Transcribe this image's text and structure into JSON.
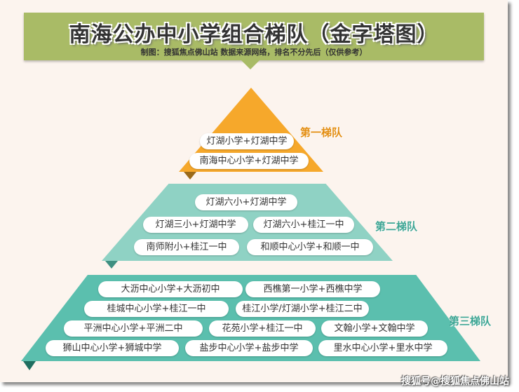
{
  "title": "南海公办中小学组合梯队（金字塔图）",
  "subtitle": "制图：搜狐焦点佛山站  数据来源网络，排名不分先后（仅供参考）",
  "colors": {
    "banner": "#a9bb66",
    "tier1": "#f6a82b",
    "tier2": "#8fd2c4",
    "tier3": "#5bbfae"
  },
  "tiers": [
    {
      "label": "第一梯队",
      "items": [
        "灯湖小学+灯湖中学",
        "南海中心小学+灯湖中学"
      ]
    },
    {
      "label": "第二梯队",
      "items": [
        "灯湖六小+灯湖中学",
        "灯湖三小+灯湖中学",
        "灯湖六小+桂江一中",
        "南师附小+桂江一中",
        "和顺中心小学+和顺一中"
      ]
    },
    {
      "label": "第三梯队",
      "items": [
        "大沥中心小学+大沥初中",
        "西樵第一小学+西樵中学",
        "桂城中心小学+桂江一中",
        "桂江小学/灯湖小学+桂江二中",
        "平洲中心小学+平洲二中",
        "花苑小学+桂江一中",
        "文翰小学+文翰中学",
        "狮山中心小学+狮城中学",
        "盐步中心小学+盐步中学",
        "里水中心小学+里水中学"
      ]
    }
  ],
  "watermark": "搜狐号@搜狐焦点佛山站"
}
